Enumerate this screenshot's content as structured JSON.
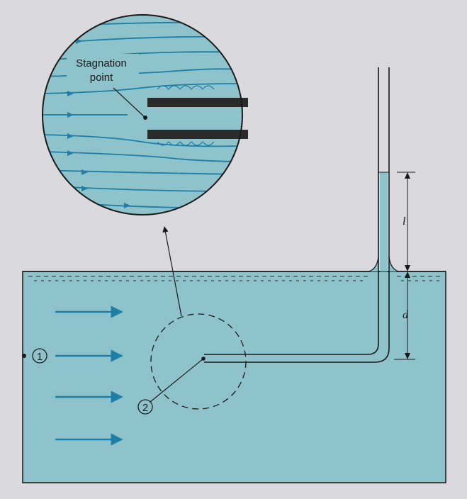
{
  "figure": {
    "callout_label_line1": "Stagnation",
    "callout_label_line2": "point",
    "station_1_label": "1",
    "station_2_label": "2",
    "dimension_l_label": "l",
    "dimension_d_label": "d"
  },
  "colors": {
    "background": "#d9d9de",
    "water": "#8ec3cc",
    "streamline": "#1e7fa6",
    "probe": "#2a2a2a",
    "outline": "#1a1a1a"
  }
}
